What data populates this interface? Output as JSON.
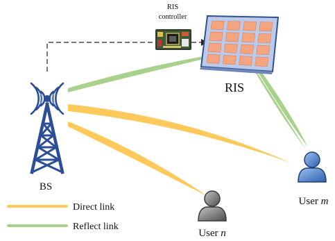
{
  "labels": {
    "ris_controller_line1": "RIS",
    "ris_controller_line2": "controller",
    "ris": "RIS",
    "bs": "BS",
    "user_m_prefix": "User ",
    "user_m_var": "m",
    "user_n_prefix": "User ",
    "user_n_var": "n"
  },
  "legend": [
    {
      "label": "Direct link",
      "color": "#FDC95A"
    },
    {
      "label": "Reflect link",
      "color": "#A9D18E"
    }
  ],
  "colors": {
    "direct_link": "#FDC95A",
    "reflect_link": "#A9D18E",
    "tower": "#2B4E96",
    "ris_cell": "#F4A47F",
    "ris_panel": "#BCCAE9",
    "user_m": "#3F77C8",
    "user_n": "#6E6E6E"
  },
  "icons": [
    "base-station-tower-icon",
    "ris-panel-icon",
    "ris-controller-board-icon",
    "user-icon"
  ]
}
